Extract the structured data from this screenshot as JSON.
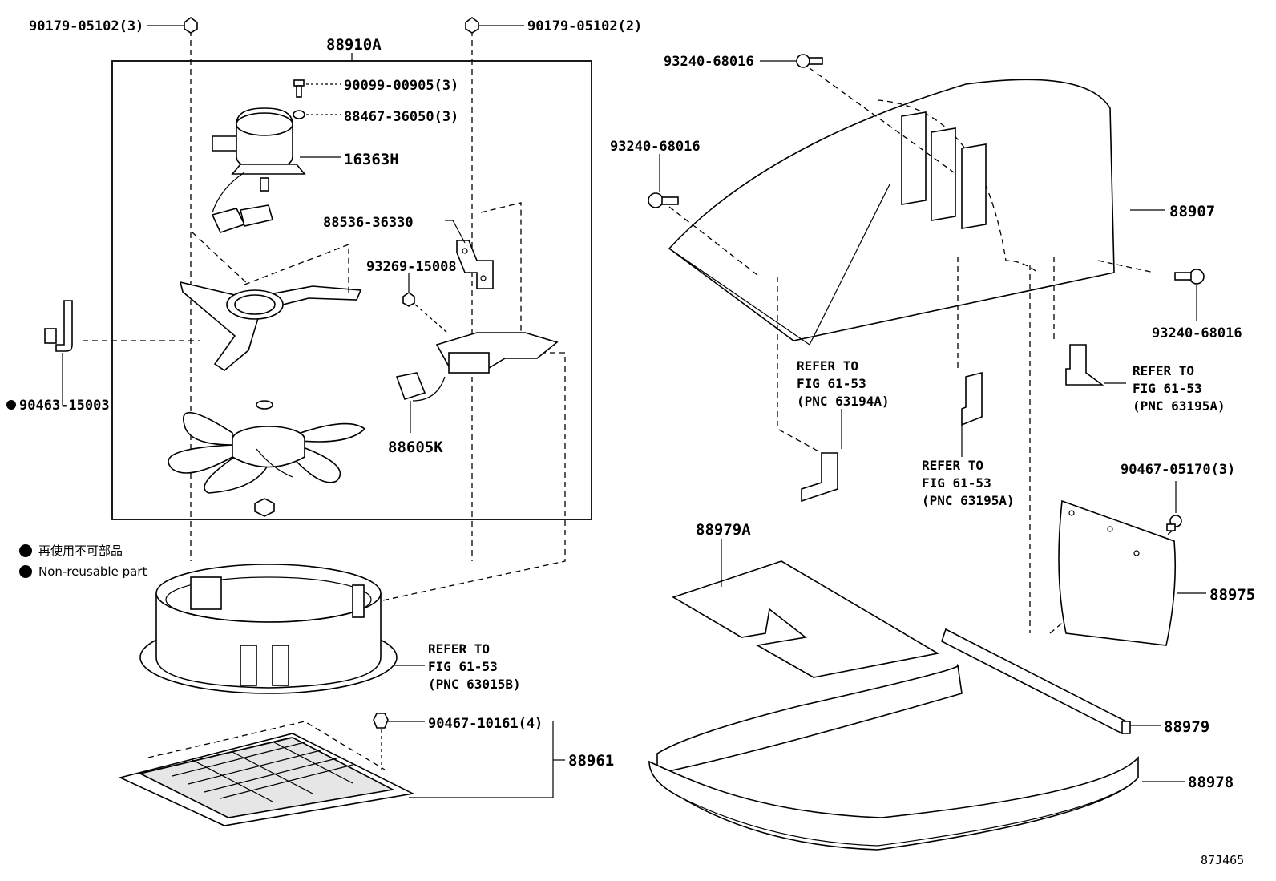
{
  "labels": {
    "p90179_05102_3": "90179-05102(3)",
    "p90179_05102_2": "90179-05102(2)",
    "p88910A": "88910A",
    "p90099_00905_3": "90099-00905(3)",
    "p88467_36050_3": "88467-36050(3)",
    "p16363H": "16363H",
    "p88536_36330": "88536-36330",
    "p93269_15008": "93269-15008",
    "p90463_15003": "90463-15003",
    "p88605K": "88605K",
    "p93240_68016_a": "93240-68016",
    "p93240_68016_b": "93240-68016",
    "p93240_68016_c": "93240-68016",
    "p88907": "88907",
    "p90467_05170_3": "90467-05170(3)",
    "p88975": "88975",
    "p88979A": "88979A",
    "p88979": "88979",
    "p88978": "88978",
    "p90467_10161_4": "90467-10161(4)",
    "p88961": "88961"
  },
  "refs": {
    "r63015B": [
      "REFER TO",
      "FIG 61-53",
      "(PNC 63015B)"
    ],
    "r63194A": [
      "REFER TO",
      "FIG 61-53",
      "(PNC 63194A)"
    ],
    "r63195A_mid": [
      "REFER TO",
      "FIG 61-53",
      "(PNC 63195A)"
    ],
    "r63195A_right": [
      "REFER TO",
      "FIG 61-53",
      "(PNC 63195A)"
    ]
  },
  "legend": {
    "jp": "再使用不可部品",
    "en": "Non-reusable part"
  },
  "figure_code": "87J465"
}
